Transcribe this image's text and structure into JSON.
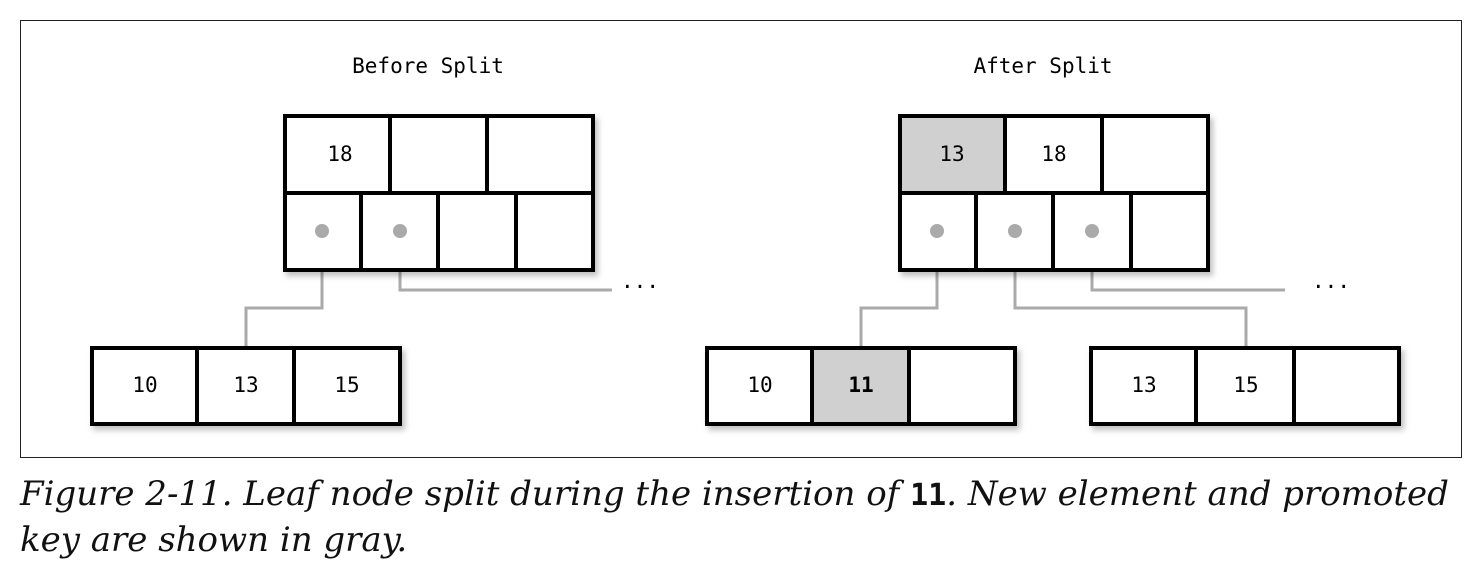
{
  "colors": {
    "highlight": "#d0d0d0",
    "pointer": "#aaaaaa",
    "border": "#000000"
  },
  "before": {
    "title": "Before Split",
    "parent_keys": [
      "18",
      "",
      ""
    ],
    "leaf_keys": [
      "10",
      "13",
      "15"
    ],
    "ellipsis": "..."
  },
  "after": {
    "title": "After Split",
    "parent_keys": [
      "13",
      "18",
      ""
    ],
    "left_leaf_keys": [
      "10",
      "11",
      ""
    ],
    "right_leaf_keys": [
      "13",
      "15",
      ""
    ],
    "ellipsis": "..."
  },
  "caption": {
    "prefix": "Figure 2-11. Leaf node split during the insertion of ",
    "highlight": "11",
    "suffix": ". New element and promoted key are shown in gray."
  }
}
